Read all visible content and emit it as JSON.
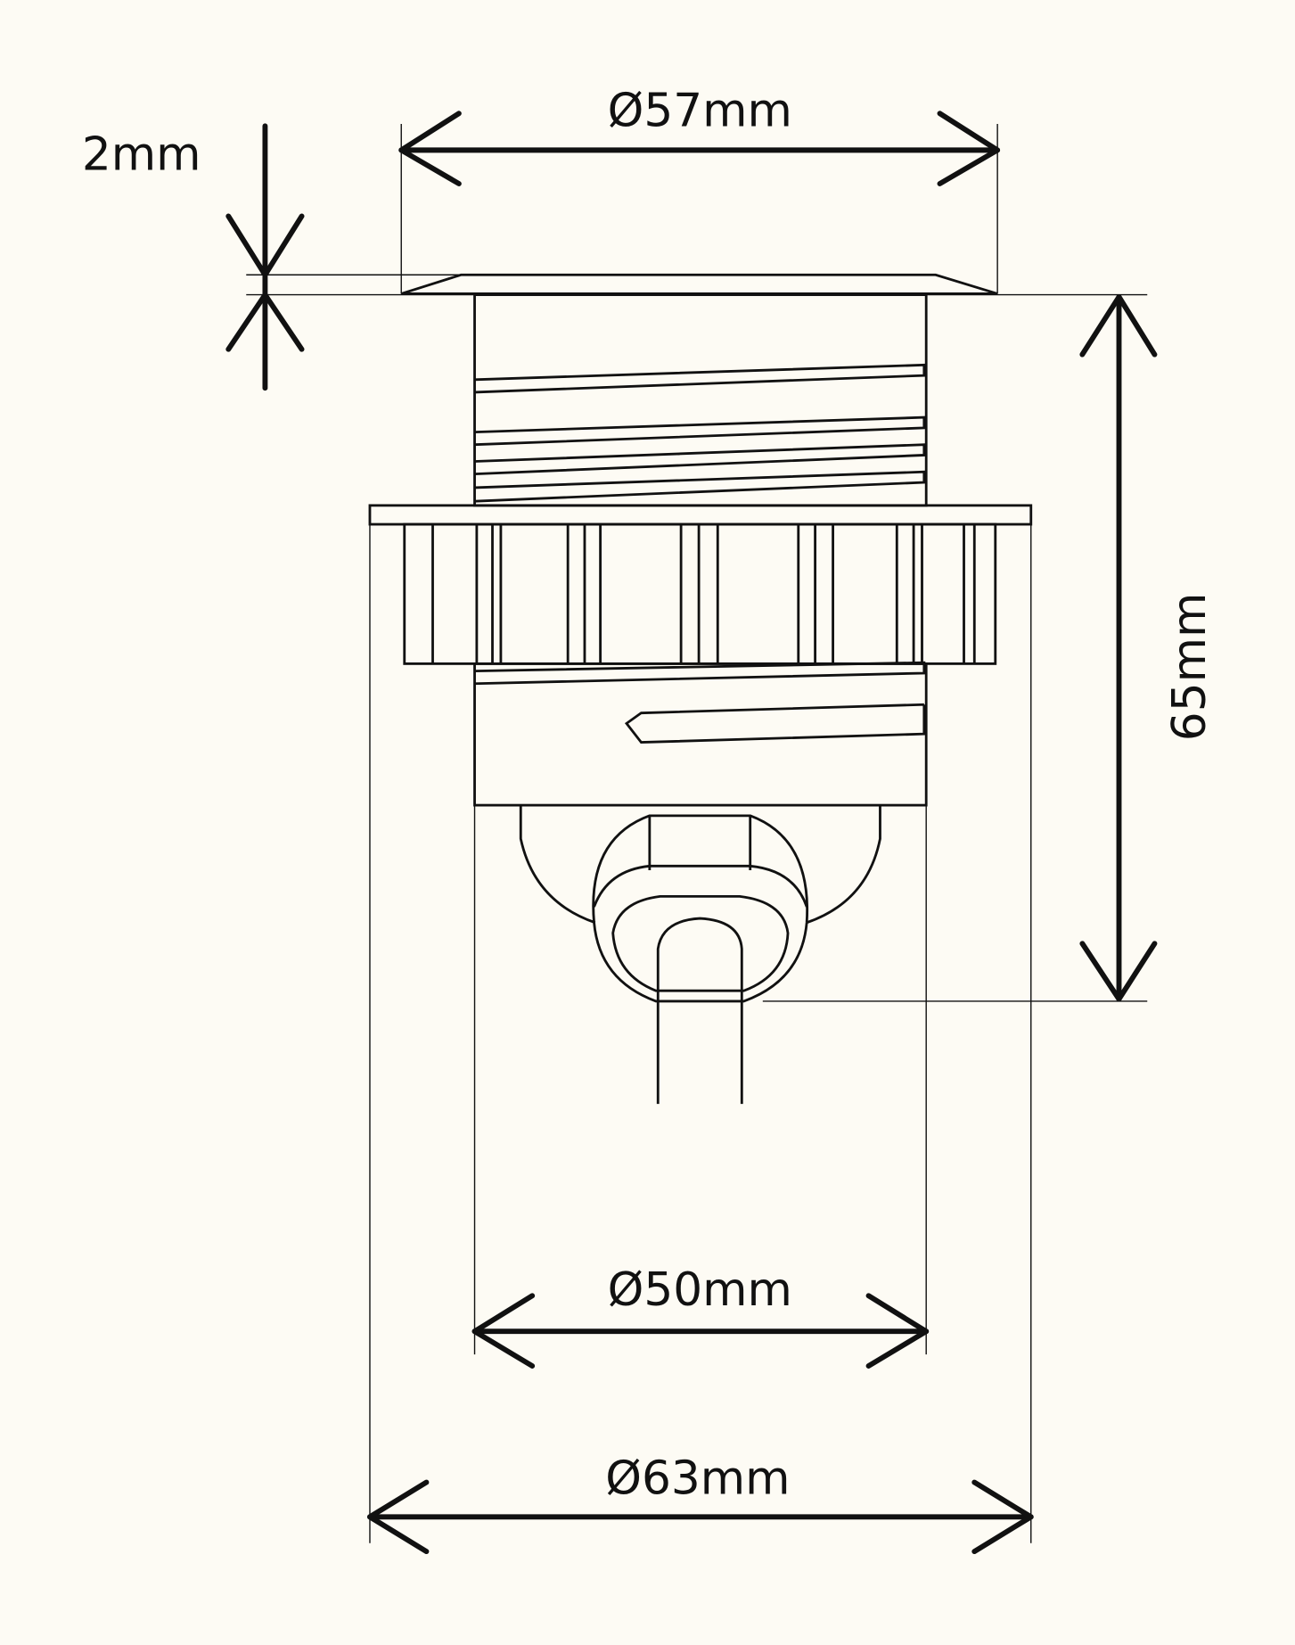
{
  "dimensions": {
    "top_diameter": "Ø57mm",
    "flange_thickness": "2mm",
    "height": "65mm",
    "body_diameter": "Ø50mm",
    "nut_diameter": "Ø63mm"
  },
  "colors": {
    "background": "#fdfbf4",
    "line": "#111111"
  }
}
